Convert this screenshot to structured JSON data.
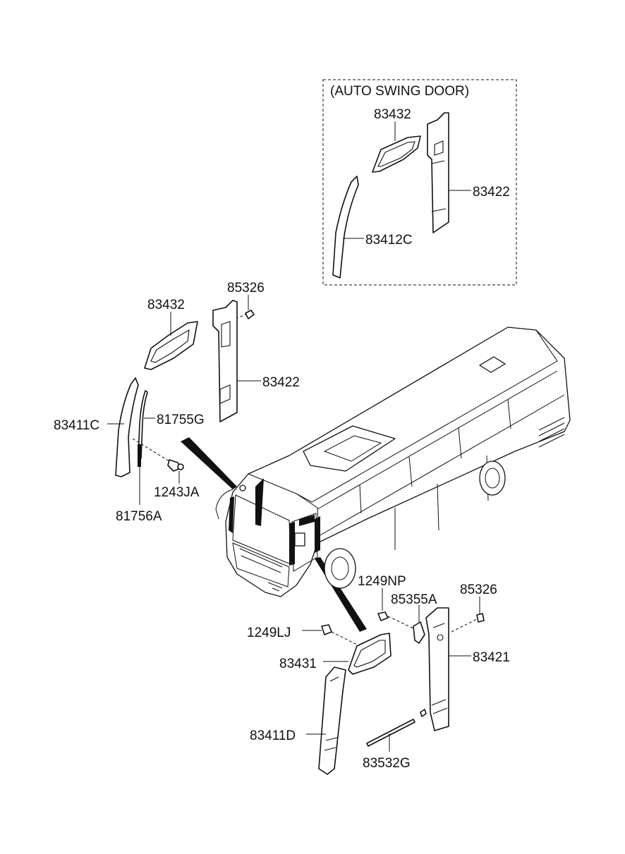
{
  "inset": {
    "title": "(AUTO SWING DOOR)"
  },
  "labels": {
    "inset_83432": "83432",
    "inset_83422": "83422",
    "inset_83412C": "83412C",
    "p85326_top": "85326",
    "p83432": "83432",
    "p83422": "83422",
    "p83411C": "83411C",
    "p81755G": "81755G",
    "p1243JA": "1243JA",
    "p81756A": "81756A",
    "p1249NP": "1249NP",
    "p85355A": "85355A",
    "p85326_bottom": "85326",
    "p1249LJ": "1249LJ",
    "p83431": "83431",
    "p83421": "83421",
    "p83411D": "83411D",
    "p83532G": "83532G"
  }
}
